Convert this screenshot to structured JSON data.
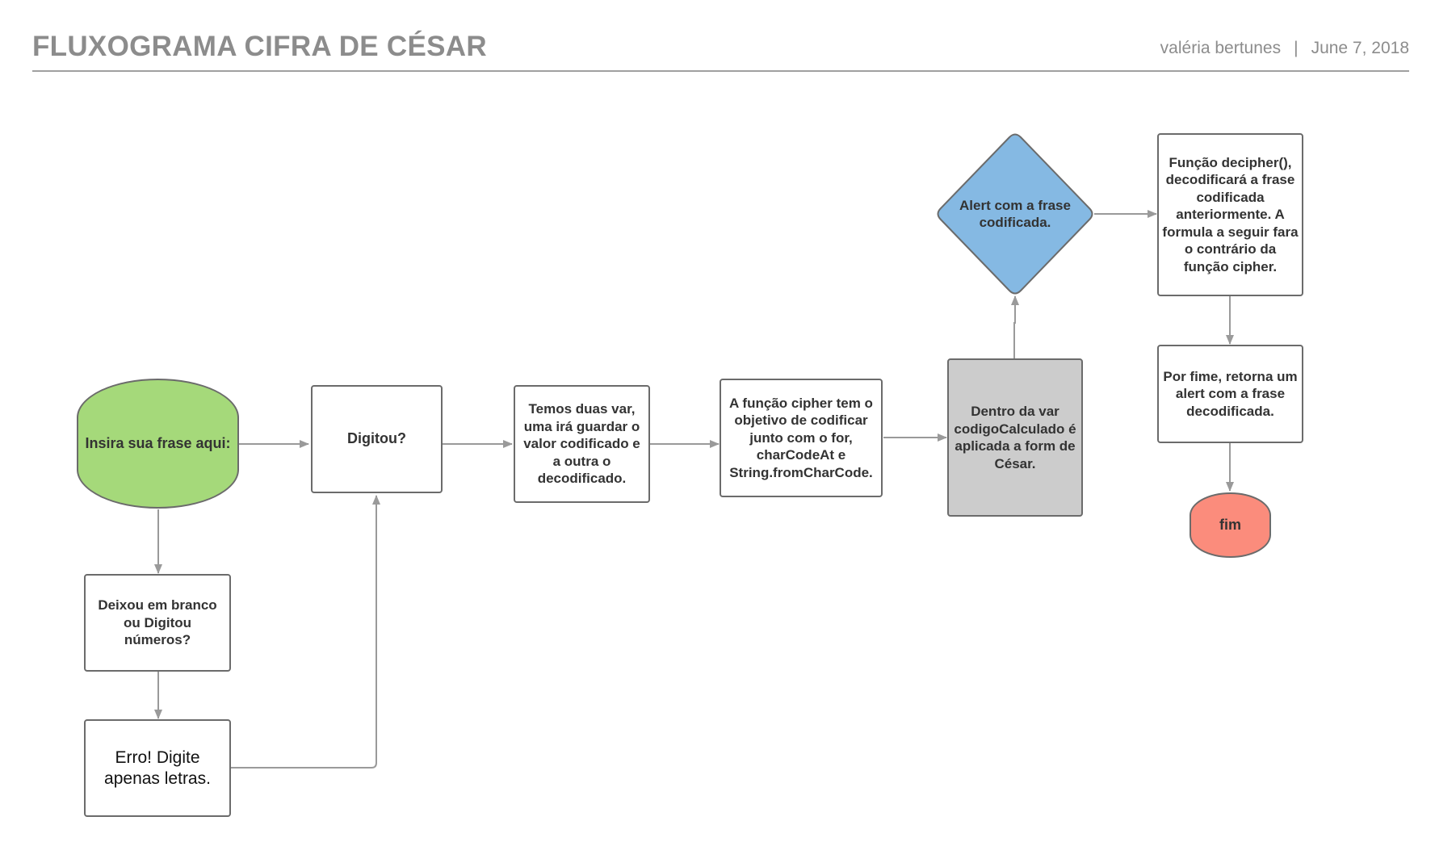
{
  "header": {
    "title": "FLUXOGRAMA CIFRA DE CÉSAR",
    "author": "valéria bertunes",
    "separator": "|",
    "date": "June 7, 2018"
  },
  "nodes": {
    "start": "Insira sua frase aqui:",
    "typed": "Digitou?",
    "vars": "Temos duas var, uma irá guardar o valor codificado e a outra o decodificado.",
    "cipher": "A função cipher tem o objetivo de codificar junto com o for, charCodeAt e String.fromCharCode.",
    "codigo": "Dentro da var codigoCalculado é aplicada a form de César.",
    "alert": "Alert com a frase codificada.",
    "decipher": "Função  decipher(), decodificará a frase codificada anteriormente. A formula a seguir fara o contrário da função cipher.",
    "return": "Por fime, retorna um alert com a frase decodificada.",
    "end": "fim",
    "blank": "Deixou em branco ou Digitou números?",
    "error": "Erro! Digite apenas letras."
  },
  "colors": {
    "start_fill": "#a5d97a",
    "alert_fill": "#85b9e3",
    "codigo_fill": "#cccccc",
    "end_fill": "#fb8c7c",
    "border": "#6b6b6b",
    "arrow": "#9a9a9a",
    "title": "#8c8c8c"
  }
}
